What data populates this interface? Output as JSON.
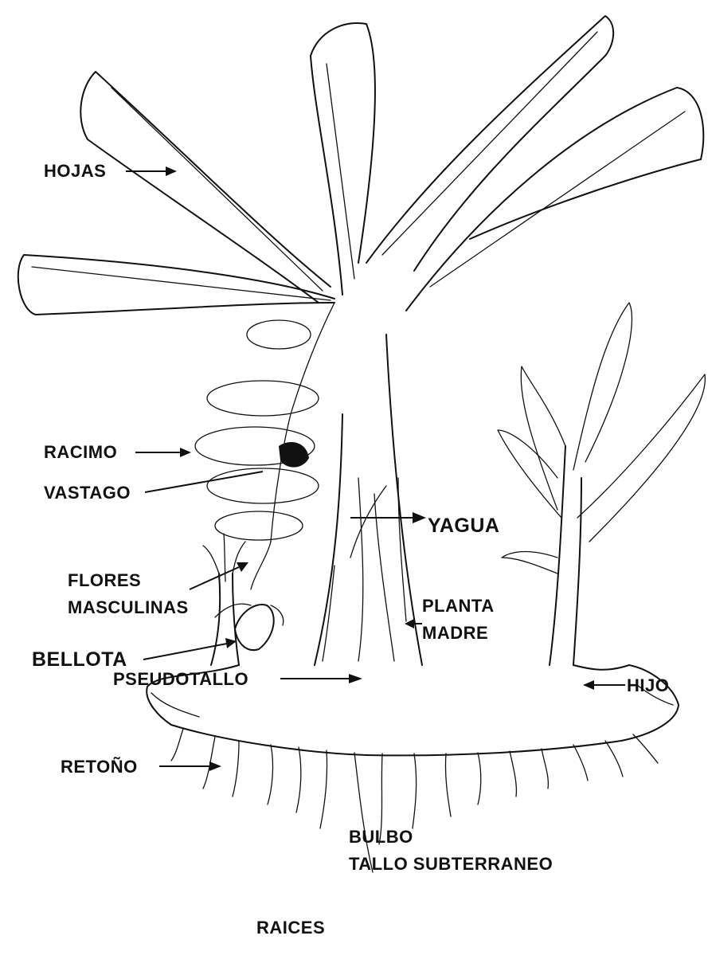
{
  "diagram": {
    "labels": {
      "hojas": "HOJAS",
      "racimo": "RACIMO",
      "vastago": "VASTAGO",
      "yagua": "YAGUA",
      "flores_line1": "FLORES",
      "flores_line2": "MASCULINAS",
      "planta_line1": "PLANTA",
      "planta_line2": "MADRE",
      "bellota": "BELLOTA",
      "pseudotallo": "PSEUDOTALLO",
      "hijo": "HIJO",
      "retono": "RETOÑO",
      "bulbo": "BULBO",
      "tallo_subterraneo": "TALLO SUBTERRANEO",
      "raices": "RAICES"
    },
    "colors": {
      "ink": "#111111",
      "background": "#ffffff"
    }
  }
}
